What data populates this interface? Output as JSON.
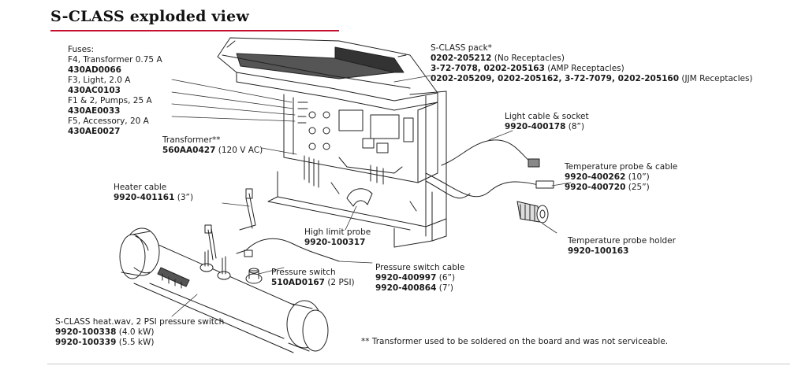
{
  "title": "S-CLASS exploded view",
  "fuses": {
    "heading": "Fuses:",
    "f4": "F4, Transformer 0.75 A",
    "f4_part": "430AD0066",
    "f3": "F3, Light, 2.0 A",
    "f3_part": "430AC0103",
    "f12": "F1 & 2, Pumps, 25 A",
    "f12_part": "430AE0033",
    "f5": "F5, Accessory, 20 A",
    "f5_part": "430AE0027"
  },
  "transformer": {
    "label": "Transformer**",
    "part": "560AA0427",
    "spec": "(120 V AC)"
  },
  "heater_cable": {
    "label": "Heater cable",
    "part": "9920-401161",
    "spec": "(3”)"
  },
  "high_limit": {
    "label": "High limit probe",
    "part": "9920-100317"
  },
  "pressure_switch": {
    "label": "Pressure switch",
    "part": "510AD0167",
    "spec": "(2 PSI)"
  },
  "pressure_cable": {
    "label": "Pressure switch cable",
    "part1": "9920-400997",
    "spec1": "(6”)",
    "part2": "9920-400864",
    "spec2": "(7’)"
  },
  "heater": {
    "label": "S-CLASS heat.wav, 2 PSI pressure switch",
    "part1": "9920-100338",
    "spec1": "(4.0 kW)",
    "part2": "9920-100339",
    "spec2": "(5.5 kW)"
  },
  "pack": {
    "label": "S-CLASS pack*",
    "part1": "0202-205212",
    "spec1": "(No Receptacles)",
    "part2": "3-72-7078, 0202-205163",
    "spec2": "(AMP Receptacles)",
    "part3": "0202-205209, 0202-205162, 3-72-7079, 0202-205160",
    "spec3": "(JJM Receptacles)"
  },
  "light_cable": {
    "label": "Light cable & socket",
    "part": "9920-400178",
    "spec": "(8”)"
  },
  "temp_probe": {
    "label": "Temperature probe & cable",
    "part1": "9920-400262",
    "spec1": "(10”)",
    "part2": "9920-400720",
    "spec2": "(25”)"
  },
  "probe_holder": {
    "label": "Temperature probe holder",
    "part": "9920-100163"
  },
  "footnote": "** Transformer used to be soldered on the board and was not serviceable."
}
